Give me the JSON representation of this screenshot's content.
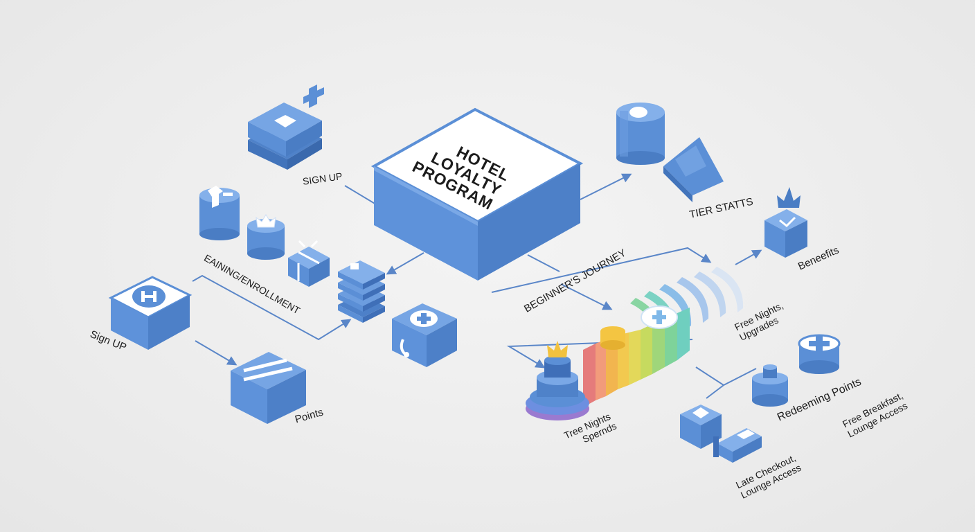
{
  "title_lines": [
    "HOTEL",
    "LOYALTY",
    "PROGRAM"
  ],
  "labels": {
    "sign_up_top": "SIGN UP",
    "tier_stats": "TIER STATTS",
    "earning_enrollment": "EAINING/ENROLLMENT",
    "beginners_journey": "BEGINNER'S JOURNEY",
    "benefits": "Beneefits",
    "sign_up_left": "Sign UP",
    "points": "Points",
    "free_nights_upgrades": [
      "Free Nights,",
      "Upgrades"
    ],
    "redeeming_points": "Redeeming Points",
    "free_breakfast": [
      "Free Breakfast,",
      "Lounge Access"
    ],
    "tree_nights": [
      "Tree Nights",
      "Spernds"
    ],
    "late_checkout": [
      "Late Checkout,",
      "Lounge Access"
    ]
  },
  "icons": [
    "sign-up-box-icon",
    "plus-icon",
    "database-cylinder-icon",
    "tier-stats-ramp-icon",
    "hotel-h-box-icon",
    "points-box-icon",
    "gift-box-icon",
    "crown-icon",
    "document-stack-icon",
    "plus-circle-box-icon",
    "tier-cake-icon",
    "bed-icon"
  ],
  "colors": {
    "primary_blue": "#5b8fd6",
    "blue_light": "#7aa8e6",
    "blue_dark": "#3f6fb8",
    "arrow": "#5a86c8",
    "text": "#1c1c1c",
    "background": "#ededed"
  }
}
